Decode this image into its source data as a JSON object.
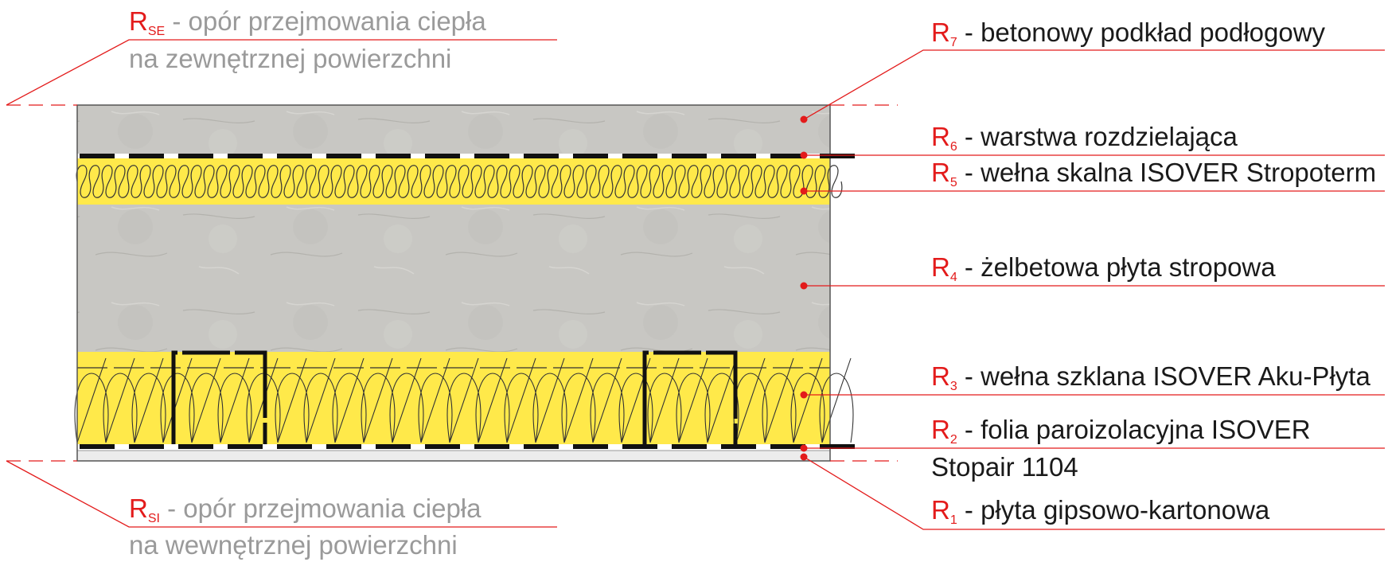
{
  "colors": {
    "accent_red": "#e31b1b",
    "concrete": "#c8c7c3",
    "concrete_dark": "#b9b8b3",
    "wool_yellow": "#ffe94a",
    "membrane": "#111111",
    "gray_text": "#9a9a9a",
    "text": "#1a1a1a"
  },
  "labels": {
    "rse": {
      "symbol": "R",
      "sub": "SE",
      "text": " - opór przejmowania ciepła",
      "line2": "na zewnętrznej powierzchni"
    },
    "r7": {
      "symbol": "R",
      "sub": "7",
      "text": " - betonowy podkład podłogowy"
    },
    "r6": {
      "symbol": "R",
      "sub": "6",
      "text": " - warstwa rozdzielająca"
    },
    "r5": {
      "symbol": "R",
      "sub": "5",
      "text": " - wełna skalna ISOVER Stropoterm"
    },
    "r4": {
      "symbol": "R",
      "sub": "4",
      "text": " - żelbetowa płyta stropowa"
    },
    "r3": {
      "symbol": "R",
      "sub": "3",
      "text": " - wełna szklana ISOVER Aku-Płyta"
    },
    "r2": {
      "symbol": "R",
      "sub": "2",
      "text": " - folia paroizolacyjna ISOVER",
      "line2": "Stopair 1104"
    },
    "r1": {
      "symbol": "R",
      "sub": "1",
      "text": " - płyta gipsowo-kartonowa"
    },
    "rsi": {
      "symbol": "R",
      "sub": "SI",
      "text": " - opór przejmowania ciepła",
      "line2": "na wewnętrznej powierzchni"
    }
  }
}
